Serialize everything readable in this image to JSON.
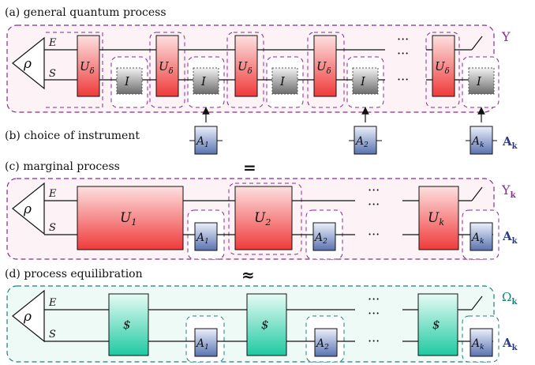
{
  "panels": {
    "a": {
      "title": "(a) general quantum process",
      "side_label": "Υ"
    },
    "b": {
      "title": "(b) choice of instrument",
      "side_label": "A",
      "side_sub": "k"
    },
    "c": {
      "title": "(c) marginal process",
      "side_label": "Υ",
      "side_sub": "k",
      "instr_label": "A",
      "instr_sub": "k"
    },
    "d": {
      "title": "(d) process equilibration",
      "side_label": "Ω",
      "side_sub": "k",
      "instr_label": "A",
      "instr_sub": "k"
    }
  },
  "wires": {
    "env": "E",
    "sys": "S"
  },
  "state": "ρ",
  "gates": {
    "unitary": "U",
    "unitary_sub": "δ",
    "identity": "I",
    "marginal": [
      {
        "label": "U",
        "sub": "1"
      },
      {
        "label": "U",
        "sub": "2"
      },
      {
        "label": "U",
        "sub": "k"
      }
    ],
    "equil": "$"
  },
  "instruments": [
    {
      "label": "A",
      "sub": "1"
    },
    {
      "label": "A",
      "sub": "2"
    },
    {
      "label": "A",
      "sub": "k"
    }
  ],
  "relations": {
    "equals": "=",
    "approx": "≈"
  },
  "ellipsis": "···",
  "colors": {
    "purple_dash": "#8b2a8f",
    "teal_dash": "#1d7f7a",
    "pink_fill": "#fdf3f6",
    "mint_fill": "#eefaf6",
    "unitary_top": "#fde0e0",
    "unitary_bottom": "#ef3a3a",
    "equil_top": "#e6fbf4",
    "equil_bottom": "#1ec9a1",
    "instr_top": "#ecf0fb",
    "instr_bottom": "#5a73b0",
    "ident_top": "#f2f2f2",
    "ident_bottom": "#6c6c6c"
  }
}
